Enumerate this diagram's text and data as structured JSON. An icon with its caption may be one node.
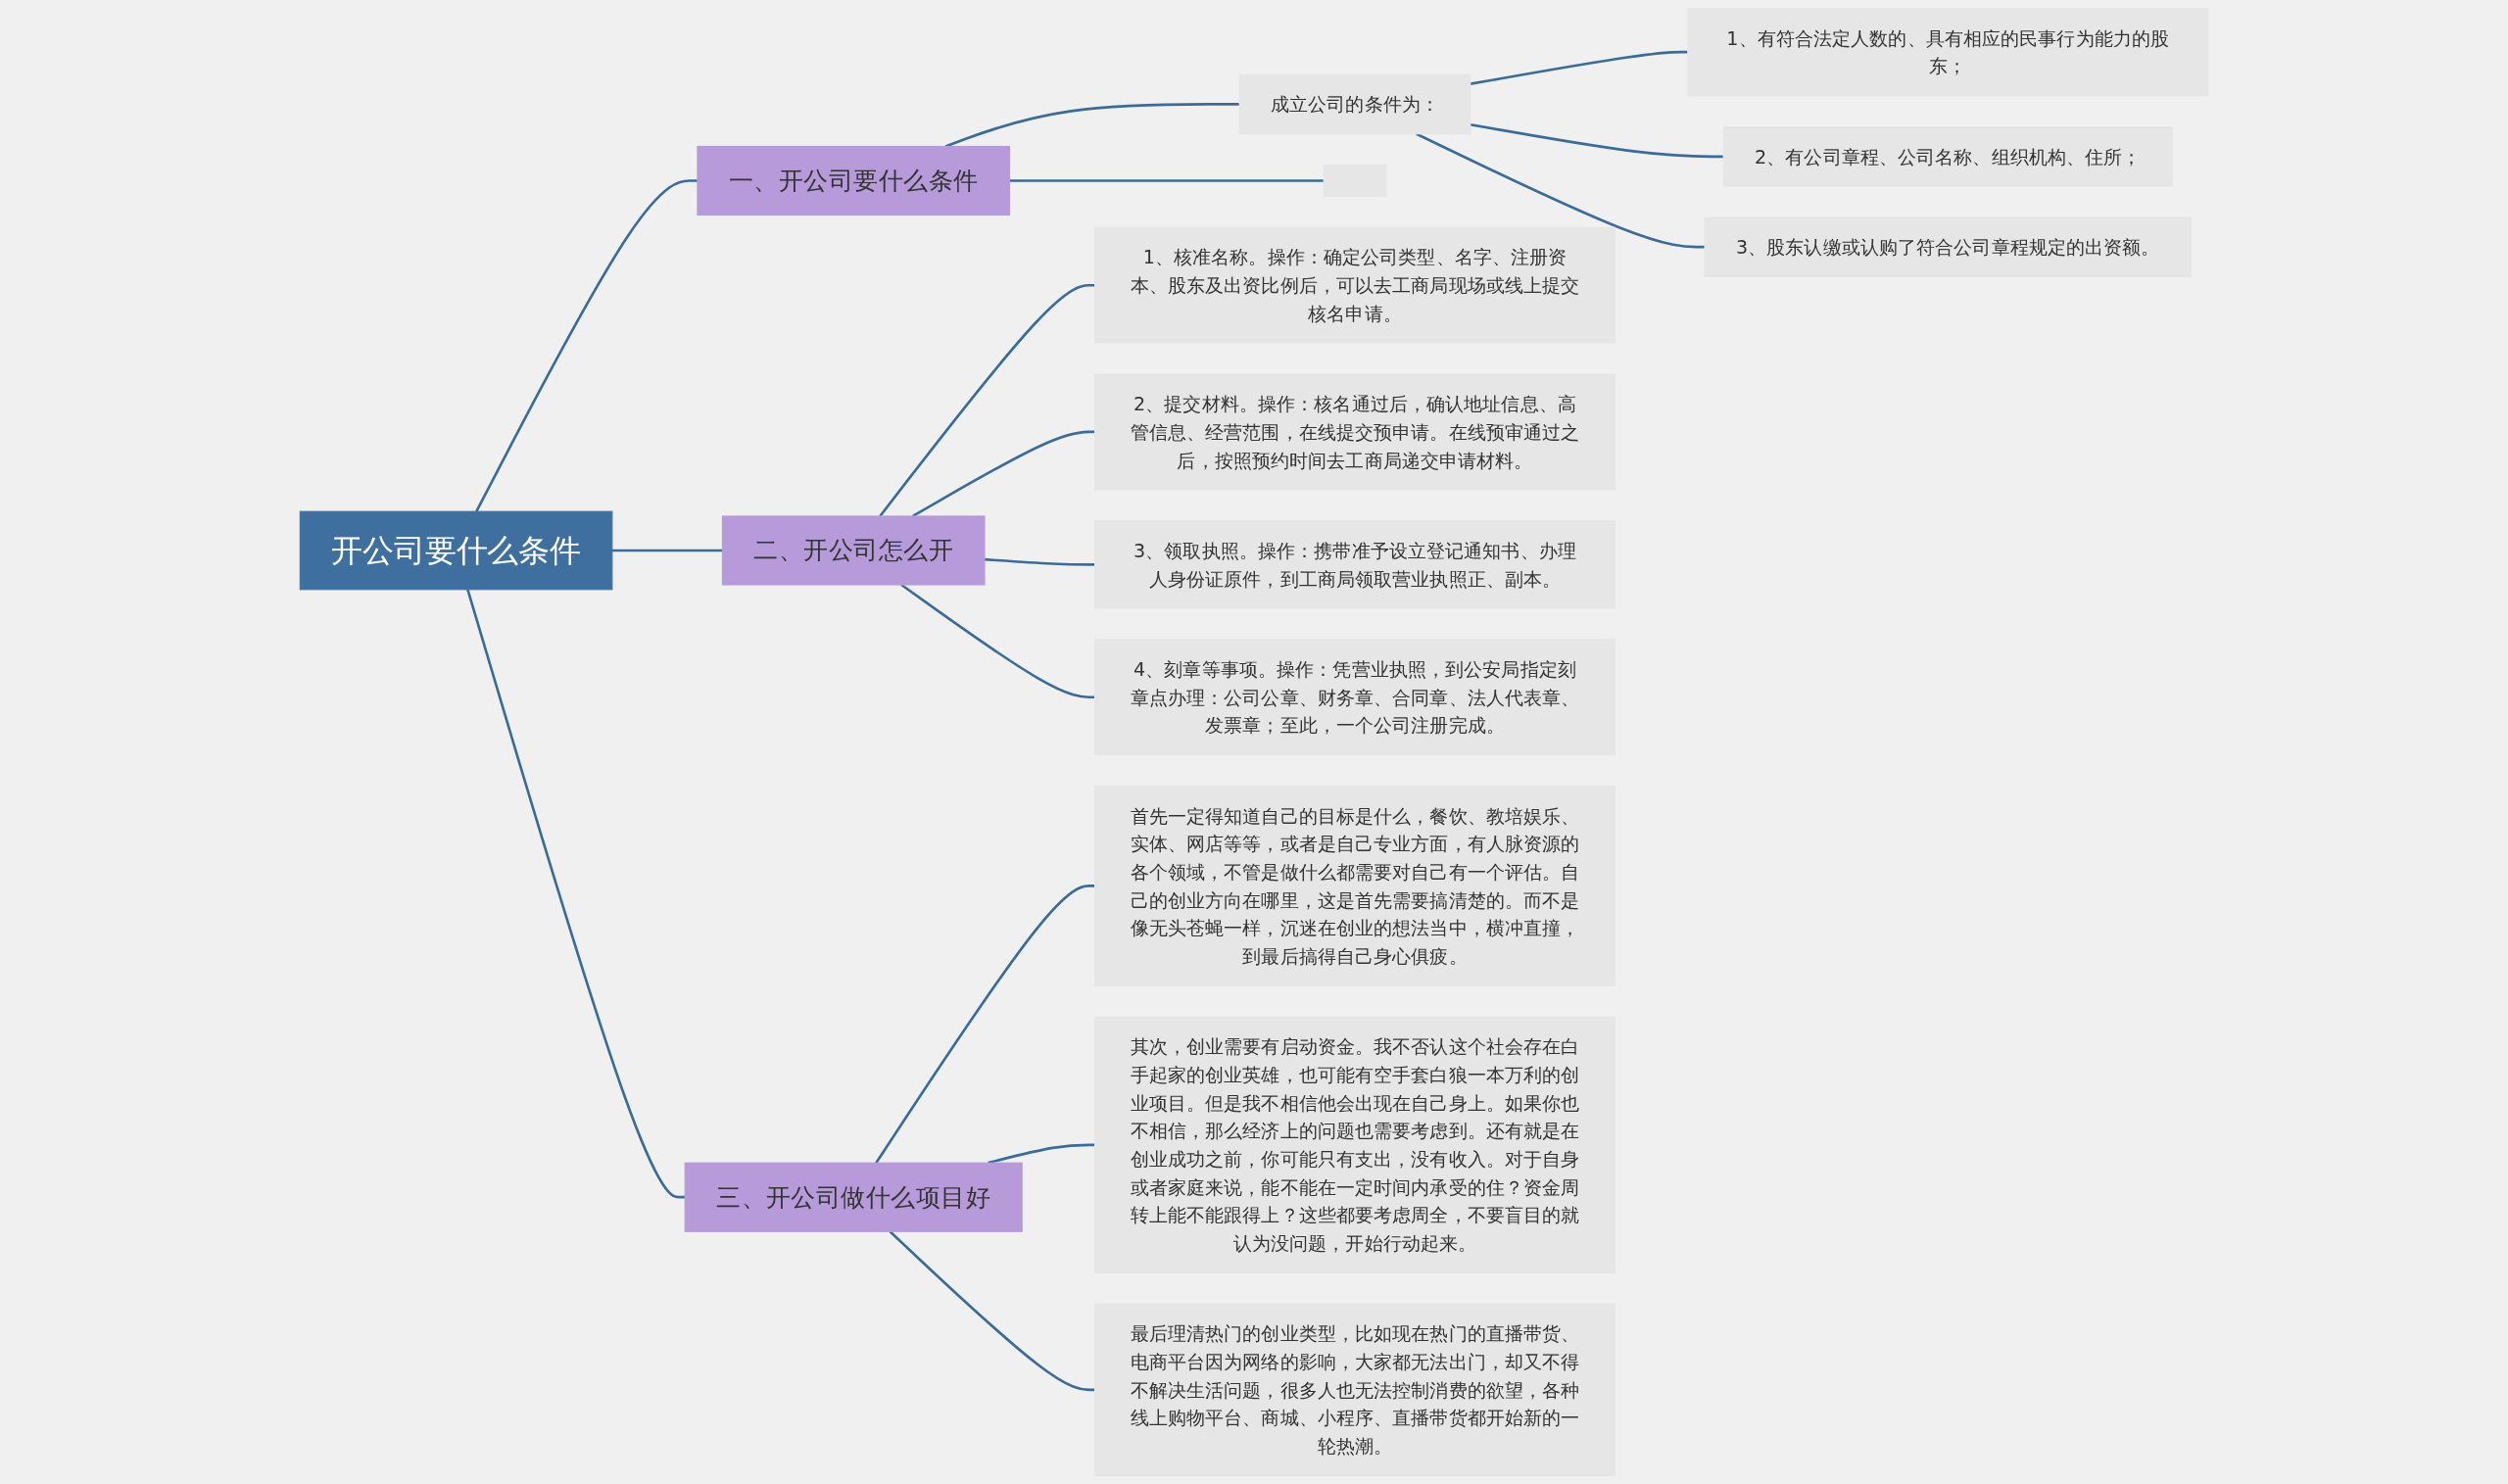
{
  "diagram": {
    "nodes": [
      {
        "text": [
          "开公司要什么条件"
        ]
      },
      {
        "text": [
          "一、开公司要什么条件"
        ]
      },
      {
        "text": [
          "成立公司的条件为："
        ]
      },
      {
        "text": [
          "1、有符合法定人数的、具有相应的民事行为能力的股东；"
        ]
      },
      {
        "text": [
          "2、有公司章程、公司名称、组织机构、住所；"
        ]
      },
      {
        "text": [
          "3、股东认缴或认购了符合公司章程规定的出资额。"
        ]
      },
      {
        "text": [],
        "shape": "box"
      },
      {
        "text": [
          "二、开公司怎么开"
        ]
      },
      {
        "text": [
          "1、核准名称。操作：确定公司类型、名字、注册资本、股东及出资比例后，可以去工商局现场或线上提交核名申请。"
        ]
      },
      {
        "text": [
          "2、提交材料。操作：核名通过后，确认地址信息、高管信息、经营范围，在线提交预申请。在线预审通过之后，按照预约时间去工商局递交申请材料。"
        ]
      },
      {
        "text": [
          "3、领取执照。操作：携带准予设立登记通知书、办理人身份证原件，到工商局领取营业执照正、副本。"
        ]
      },
      {
        "text": [
          "4、刻章等事项。操作：凭营业执照，到公安局指定刻章点办理：公司公章、财务章、合同章、法人代表章、发票章；至此，一个公司注册完成。"
        ]
      },
      {
        "text": [
          "三、开公司做什么项目好"
        ]
      },
      {
        "text": [
          "首先一定得知道自己的目标是什么，餐饮、教培娱乐、实体、网店等等，或者是自己专业方面，有人脉资源的各个领域，不管是做什么都需要对自己有一个评估。自己的创业方向在哪里，这是首先需要搞清楚的。而不是像无头苍蝇一样，沉迷在创业的想法当中，横冲直撞，到最后搞得自己身心俱疲。"
        ]
      },
      {
        "text": [
          "其次，创业需要有启动资金。我不否认这个社会存在白手起家的创业英雄，也可能有空手套白狼一本万利的创业项目。但是我不相信他会出现在自己身上。如果你也不相信，那么经济上的问题也需要考虑到。还有就是在创业成功之前，你可能只有支出，没有收入。对于自身或者家庭来说，能不能在一定时间内承受的住？资金周转上能不能跟得上？这些都要考虑周全，不要盲目的就认为没问题，开始行动起来。"
        ]
      },
      {
        "text": [
          "最后理清热门的创业类型，比如现在热门的直播带货、电商平台因为网络的影响，大家都无法出门，却又不得不解决生活问题，很多人也无法控制消费的欲望，各种线上购物平台、商城、小程序、直播带货都开始新的一轮热潮。"
        ]
      }
    ],
    "edges": [
      {
        "from": 0,
        "to": 1,
        "arrow": "none"
      },
      {
        "from": 1,
        "to": 2,
        "arrow": "none"
      },
      {
        "from": 2,
        "to": 3,
        "arrow": "none"
      },
      {
        "from": 2,
        "to": 4,
        "arrow": "none"
      },
      {
        "from": 2,
        "to": 5,
        "arrow": "none"
      },
      {
        "from": 1,
        "to": 6,
        "arrow": "none"
      },
      {
        "from": 0,
        "to": 7,
        "arrow": "none"
      },
      {
        "from": 7,
        "to": 8,
        "arrow": "none"
      },
      {
        "from": 7,
        "to": 9,
        "arrow": "none"
      },
      {
        "from": 7,
        "to": 10,
        "arrow": "none"
      },
      {
        "from": 7,
        "to": 11,
        "arrow": "none"
      },
      {
        "from": 0,
        "to": 12,
        "arrow": "none"
      },
      {
        "from": 12,
        "to": 13,
        "arrow": "none"
      },
      {
        "from": 12,
        "to": 14,
        "arrow": "none"
      },
      {
        "from": 12,
        "to": 15,
        "arrow": "none"
      }
    ]
  }
}
